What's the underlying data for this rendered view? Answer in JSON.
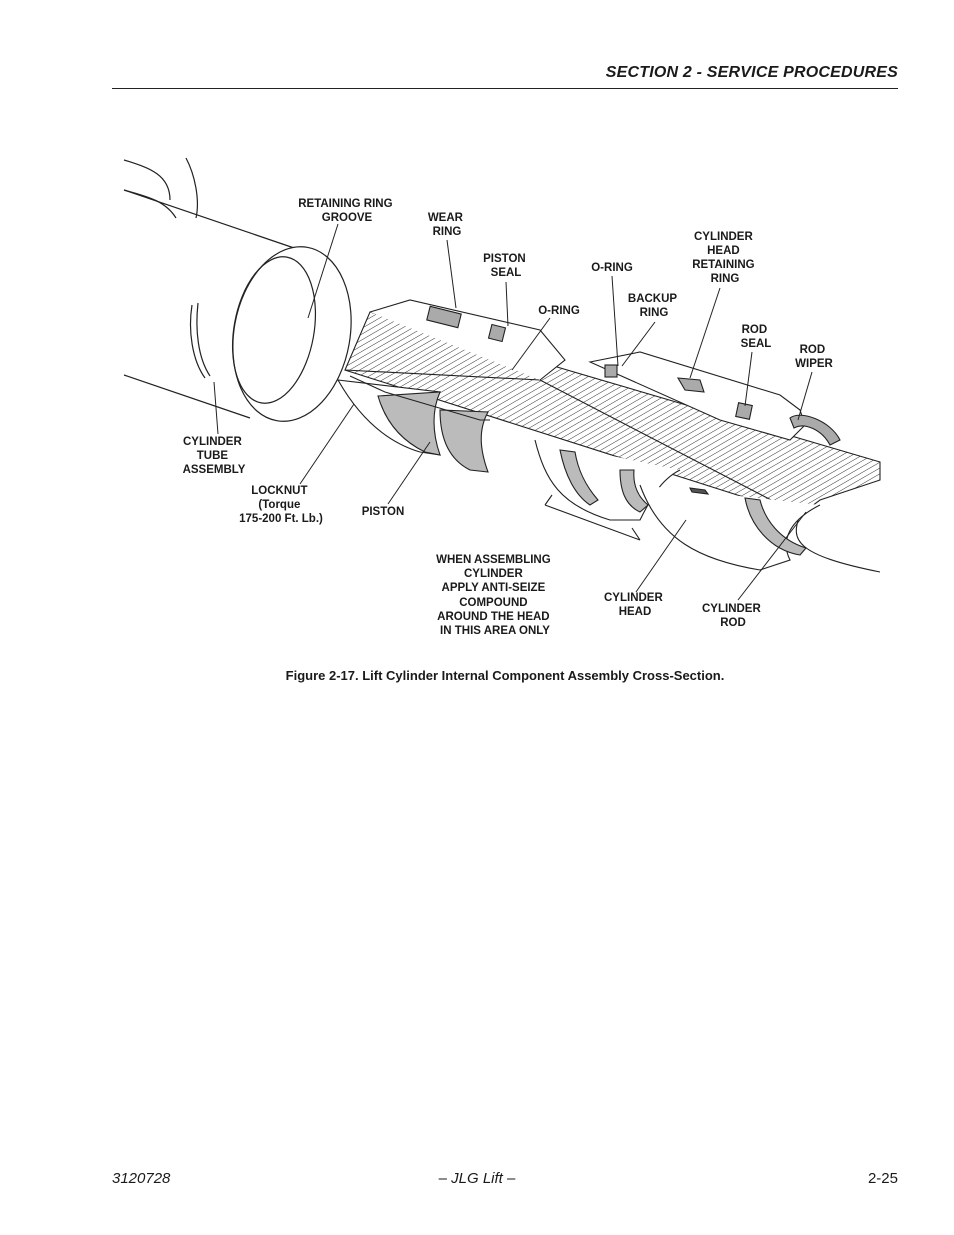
{
  "header": {
    "section_title": "SECTION 2 - SERVICE PROCEDURES"
  },
  "figure": {
    "callouts": {
      "retaining_ring_groove": [
        "RETAINING RING",
        "GROOVE"
      ],
      "wear_ring": [
        "WEAR",
        "RING"
      ],
      "piston_seal": [
        "PISTON",
        "SEAL"
      ],
      "o_ring_piston": [
        "O-RING"
      ],
      "o_ring_head": [
        "O-RING"
      ],
      "backup_ring": [
        "BACKUP",
        "RING"
      ],
      "head_retaining_ring": [
        "CYLINDER",
        "HEAD",
        "RETAINING",
        "RING"
      ],
      "rod_seal": [
        "ROD",
        "SEAL"
      ],
      "rod_wiper": [
        "ROD",
        "WIPER"
      ],
      "cylinder_tube": [
        "CYLINDER",
        "TUBE",
        "ASSEMBLY"
      ],
      "locknut": [
        "LOCKNUT",
        "(Torque",
        "175-200 Ft. Lb.)"
      ],
      "piston": [
        "PISTON"
      ],
      "anti_seize_note": [
        "WHEN ASSEMBLING",
        "CYLINDER",
        "APPLY ANTI-SEIZE",
        "COMPOUND",
        "AROUND THE HEAD",
        "IN THIS AREA ONLY"
      ],
      "cylinder_head": [
        "CYLINDER",
        "HEAD"
      ],
      "cylinder_rod": [
        "CYLINDER",
        "ROD"
      ]
    },
    "caption": "Figure 2-17.  Lift Cylinder Internal Component Assembly Cross-Section."
  },
  "footer": {
    "doc_number": "3120728",
    "publisher": "– JLG Lift –",
    "page_number": "2-25"
  }
}
